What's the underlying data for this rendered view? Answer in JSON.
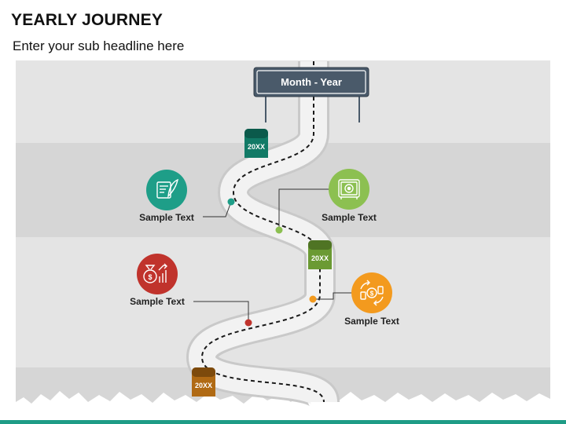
{
  "header": {
    "title": "YEARLY JOURNEY",
    "subtitle": "Enter your sub headline here"
  },
  "signboard": {
    "label": "Month - Year"
  },
  "milestones": [
    {
      "year": "20XX",
      "color": "#127a66"
    },
    {
      "year": "20XX",
      "color": "#6b9a33"
    },
    {
      "year": "20XX",
      "color": "#b06a14"
    }
  ],
  "items": [
    {
      "label": "Sample Text",
      "color": "#1e9e88",
      "icon": "certificate-quill-icon"
    },
    {
      "label": "Sample Text",
      "color": "#8cc051",
      "icon": "safe-box-icon"
    },
    {
      "label": "Sample Text",
      "color": "#c0332c",
      "icon": "money-bag-growth-icon"
    },
    {
      "label": "Sample Text",
      "color": "#f39a1e",
      "icon": "money-exchange-icon"
    }
  ],
  "colors": {
    "band_light": "#e4e4e4",
    "band_dark": "#d6d6d6",
    "road": "#f2f2f2",
    "sign": "#4a5a6a",
    "accent_bar": "#1e9c86"
  }
}
